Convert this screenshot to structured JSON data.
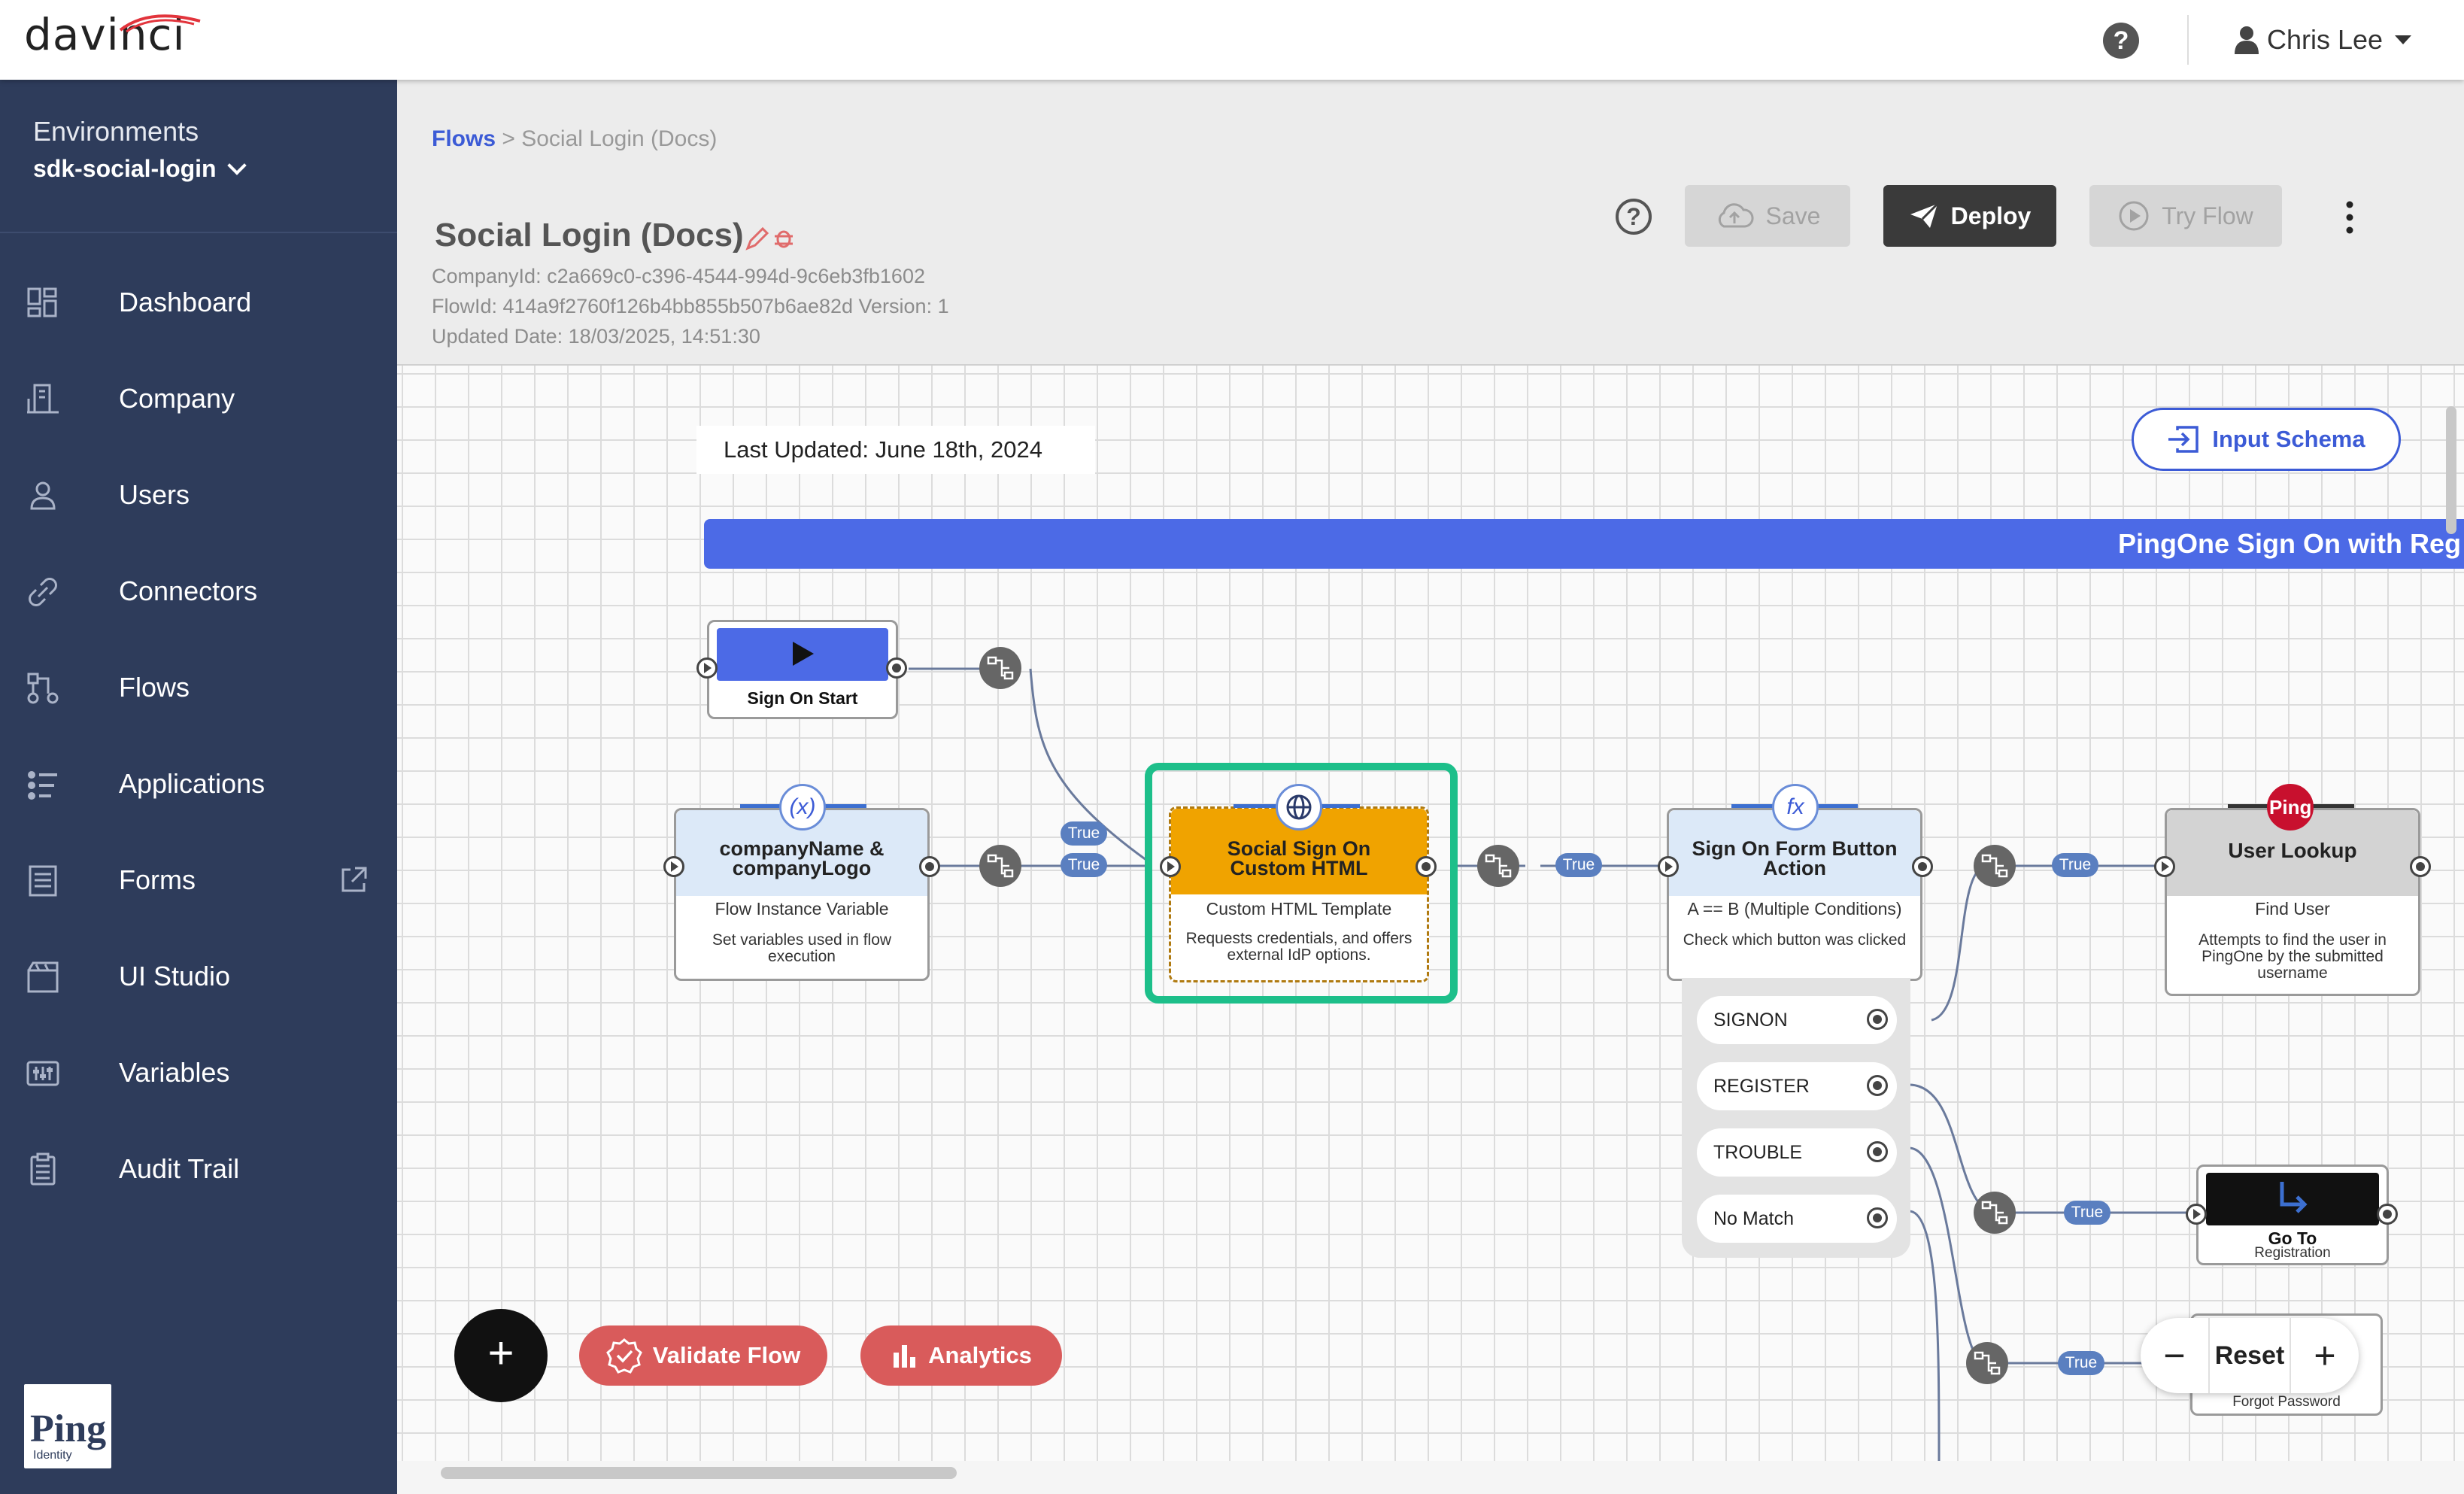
{
  "app": {
    "logo_text": "davinci"
  },
  "topbar": {
    "user_name": "Chris Lee",
    "help_label": "?"
  },
  "sidebar": {
    "env_label": "Environments",
    "env_value": "sdk-social-login",
    "items": [
      {
        "label": "Dashboard",
        "icon": "dashboard-icon"
      },
      {
        "label": "Company",
        "icon": "company-icon"
      },
      {
        "label": "Users",
        "icon": "users-icon"
      },
      {
        "label": "Connectors",
        "icon": "connectors-icon"
      },
      {
        "label": "Flows",
        "icon": "flows-icon"
      },
      {
        "label": "Applications",
        "icon": "applications-icon"
      },
      {
        "label": "Forms",
        "icon": "forms-icon"
      },
      {
        "label": "UI Studio",
        "icon": "ui-studio-icon"
      },
      {
        "label": "Variables",
        "icon": "variables-icon"
      },
      {
        "label": "Audit Trail",
        "icon": "audit-trail-icon"
      }
    ],
    "ping_logo_text": "Ping",
    "ping_logo_sub": "Identity"
  },
  "header": {
    "breadcrumb_link": "Flows",
    "breadcrumb_sep": ">",
    "breadcrumb_current": "Social Login (Docs)",
    "title": "Social Login (Docs)",
    "company_id": "CompanyId: c2a669c0-c396-4544-994d-9c6eb3fb1602",
    "flow_id": "FlowId: 414a9f2760f126b4bb855b507b6ae82d Version: 1",
    "updated": "Updated Date: 18/03/2025, 14:51:30",
    "save_label": "Save",
    "deploy_label": "Deploy",
    "try_label": "Try Flow"
  },
  "canvas": {
    "last_updated": "Last Updated: June 18th, 2024",
    "input_schema_label": "Input Schema",
    "banner_text": "PingOne Sign On with Reg",
    "true_label": "True",
    "nodes": {
      "start": {
        "title": "Sign On Start"
      },
      "variable": {
        "title": "companyName & companyLogo",
        "subtitle": "Flow Instance Variable",
        "desc": "Set variables used in flow execution",
        "badge": "(x)"
      },
      "social": {
        "title": "Social Sign On Custom HTML",
        "subtitle": "Custom HTML Template",
        "desc": "Requests credentials, and offers external IdP options."
      },
      "button_action": {
        "title": "Sign On Form Button Action",
        "subtitle": "A == B (Multiple Conditions)",
        "desc": "Check which button was clicked",
        "badge": "fx"
      },
      "user_lookup": {
        "title": "User Lookup",
        "subtitle": "Find User",
        "desc": "Attempts to find the user in PingOne by the submitted username",
        "badge": "Ping"
      },
      "goto": {
        "title": "Go To",
        "subtitle": "Registration"
      },
      "forgot": {
        "subtitle": "Forgot Password"
      }
    },
    "branches": [
      "SIGNON",
      "REGISTER",
      "TROUBLE",
      "No Match"
    ],
    "validate_label": "Validate Flow",
    "analytics_label": "Analytics",
    "add_label": "+",
    "zoom": {
      "minus": "−",
      "reset": "Reset",
      "plus": "+"
    }
  },
  "colors": {
    "sidebar": "#2e3c5b",
    "accent": "#3c5bd6",
    "highlight": "#1dbf8a",
    "node_orange": "#f0a300",
    "red_button": "#d95b5b"
  }
}
